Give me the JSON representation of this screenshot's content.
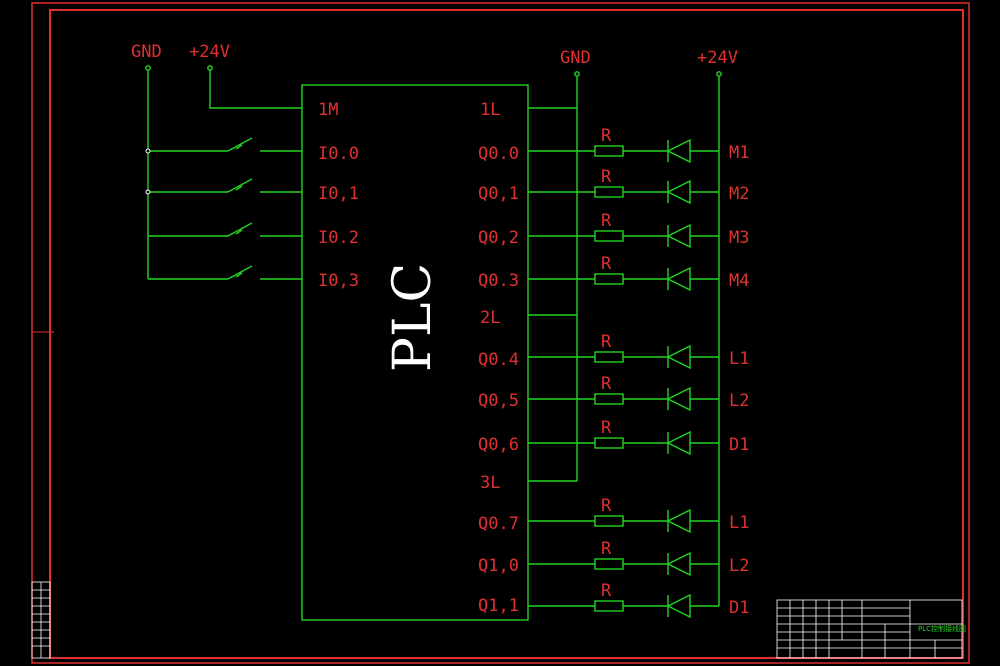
{
  "power": {
    "gnd_left": "GND",
    "v24_left": "+24V",
    "gnd_right": "GND",
    "v24_right": "+24V"
  },
  "plc": {
    "name": "PLC",
    "com_in": "1M",
    "inputs": [
      "I0.0",
      "I0,1",
      "I0.2",
      "I0,3"
    ],
    "com_out": [
      "1L",
      "2L",
      "3L"
    ],
    "outputs": [
      "Q0.0",
      "Q0,1",
      "Q0,2",
      "Q0.3",
      "Q0.4",
      "Q0,5",
      "Q0,6",
      "Q0.7",
      "Q1,0",
      "Q1,1"
    ]
  },
  "resistor_label": "R",
  "loads": [
    "M1",
    "M2",
    "M3",
    "M4",
    "L1",
    "L2",
    "D1",
    "L1",
    "L2",
    "D1"
  ],
  "title_block": {
    "title": "PLC控制接线图"
  },
  "colors": {
    "wire": "#22d422",
    "text": "#e03030",
    "frame": "#e03030",
    "background": "#000000"
  }
}
